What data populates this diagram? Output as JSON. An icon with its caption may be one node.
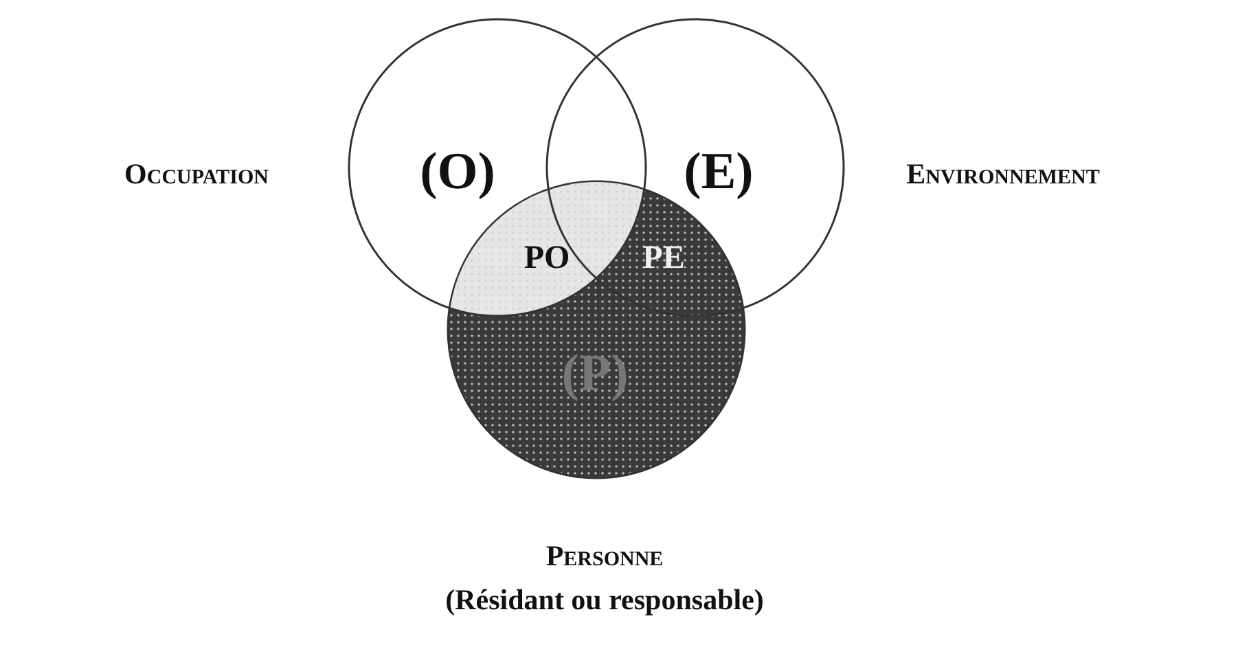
{
  "diagram": {
    "nodes": [
      {
        "text": [
          "(O)"
        ],
        "beside": [
          "Occupation"
        ]
      },
      {
        "text": [
          "(E)"
        ],
        "beside": [
          "Environnement"
        ]
      },
      {
        "text": [
          "(P)"
        ],
        "beside": [
          "Personne",
          "(Résidant ou responsable)"
        ]
      }
    ],
    "labels": [
      "PO",
      "PE"
    ]
  }
}
